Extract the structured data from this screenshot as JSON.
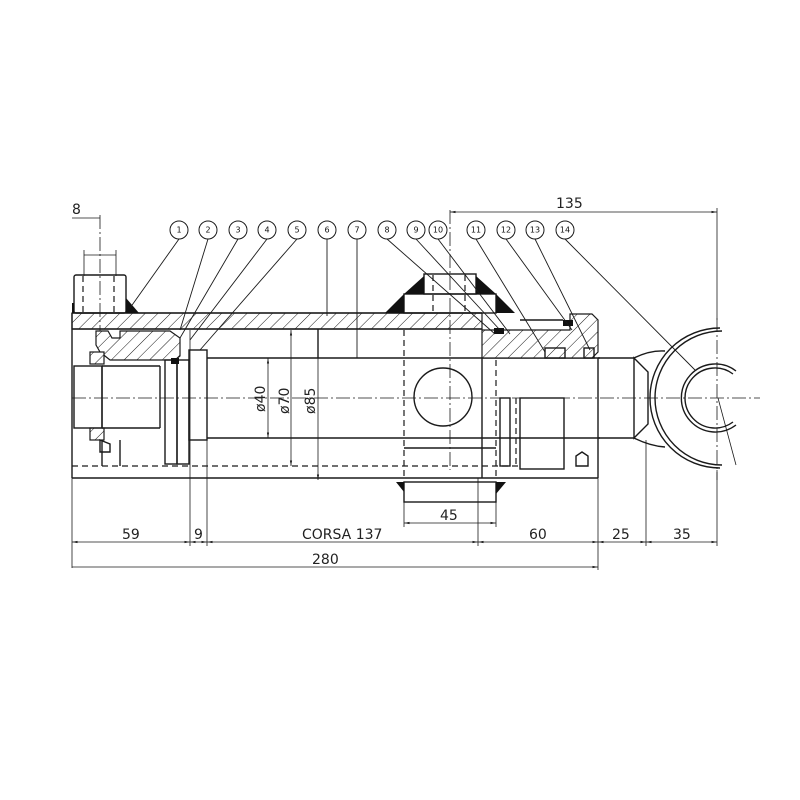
{
  "drawing": {
    "type": "hydraulic cylinder technical section drawing",
    "line_color": "#1a1a1a",
    "background": "#ffffff"
  },
  "balloons": [
    {
      "id": "1",
      "label": "1"
    },
    {
      "id": "2",
      "label": "2"
    },
    {
      "id": "3",
      "label": "3"
    },
    {
      "id": "4",
      "label": "4"
    },
    {
      "id": "5",
      "label": "5"
    },
    {
      "id": "6",
      "label": "6"
    },
    {
      "id": "7",
      "label": "7"
    },
    {
      "id": "8",
      "label": "8"
    },
    {
      "id": "9",
      "label": "9"
    },
    {
      "id": "10",
      "label": "10"
    },
    {
      "id": "11",
      "label": "11"
    },
    {
      "id": "12",
      "label": "12"
    },
    {
      "id": "13",
      "label": "13"
    },
    {
      "id": "14",
      "label": "14"
    }
  ],
  "dimensions": {
    "top_left_port_width": "8",
    "top_right_rod_eye": "135",
    "dia_rod": "ø40",
    "dia_bore": "ø70",
    "dia_tube": "ø85",
    "port_block_width": "45",
    "bottom_row": {
      "d1": "59",
      "d2": "9",
      "stroke": "CORSA 137",
      "d3": "60",
      "d4": "25",
      "d5": "35"
    },
    "overall": "280"
  }
}
